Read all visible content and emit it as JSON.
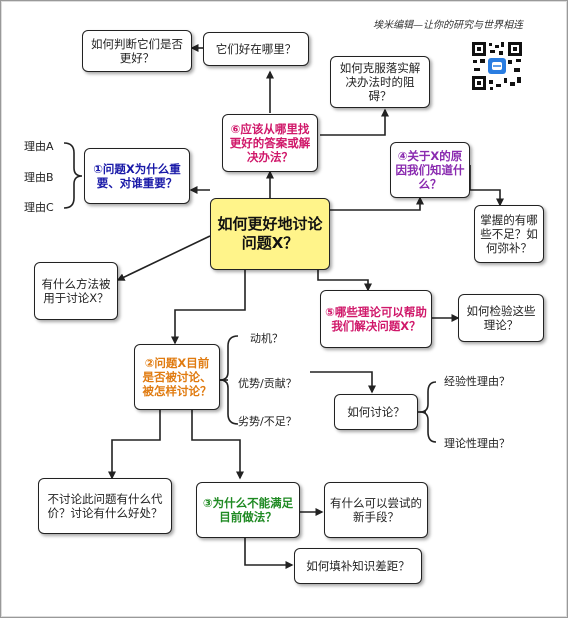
{
  "credit": "埃米编辑—让你的研究与世界相连",
  "center": "如何更好地讨论问题X？",
  "q1": "①问题X为什么重要、对谁重要？",
  "q2": "②问题X目前是否被讨论、被怎样讨论？",
  "q3": "③为什么不能满足目前做法？",
  "q4": "④关于X的原因我们知道什么？",
  "q5": "⑤哪些理论可以帮助我们解决问题X？",
  "q6": "⑥应该从哪里找更好的答案或解决办法？",
  "reasons": [
    "理由A",
    "理由B",
    "理由C"
  ],
  "where_good": "它们好在哪里？",
  "judge_better": "如何判断它们是否更好？",
  "overcome": "如何克服落实解决办法时的阻碍？",
  "lacking": "掌握的有哪些不足？如何弥补？",
  "methods": "有什么方法被用于讨论X？",
  "test_theories": "如何检验这些理论？",
  "motive": "动机？",
  "pros": "优势/贡献？",
  "cons": "劣势/不足？",
  "how_discuss": "如何讨论？",
  "empirical": "经验性理由？",
  "theoretical": "理论性理由？",
  "not_discuss": "不讨论此问题有什么代价？讨论有什么好处？",
  "new_means": "有什么可以尝试的新手段？",
  "fill_gap": "如何填补知识差距？",
  "colors": {
    "center_fill": "#fff48a",
    "blue": "#1a1aa8",
    "purple": "#8a2bb0",
    "pink": "#d0186a",
    "orange": "#e07b10",
    "green": "#1f8a23"
  },
  "icons": [
    "qr-code-icon"
  ]
}
